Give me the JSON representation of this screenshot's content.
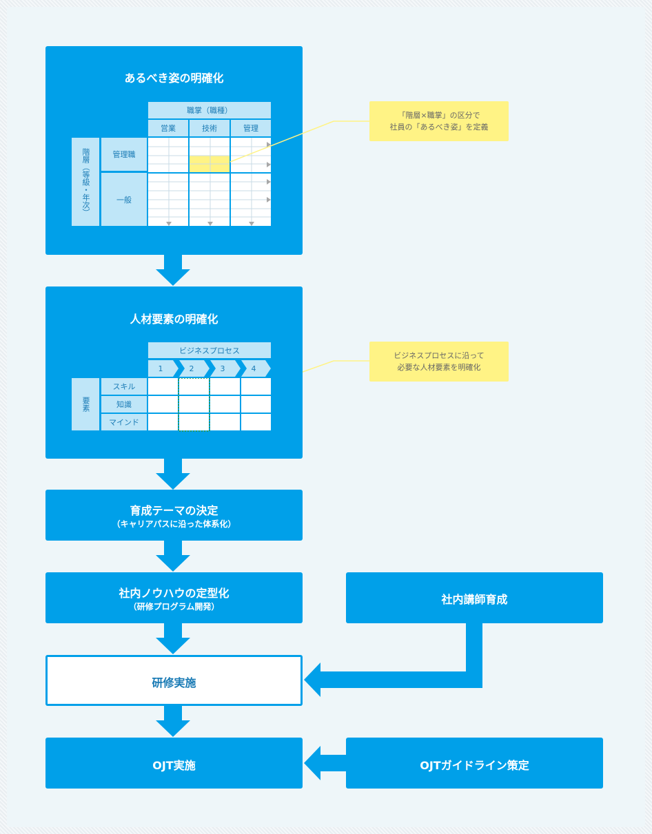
{
  "box1": {
    "title": "あるべき姿の明確化",
    "table": {
      "group_header": "職掌（職種）",
      "columns": [
        "営業",
        "技術",
        "管理"
      ],
      "row_group_label": "階層（等級・年次）",
      "rows": [
        "管理職",
        "一般"
      ]
    }
  },
  "note1": {
    "line1": "「階層×職掌」の区分で",
    "line2": "社員の「あるべき姿」を定義"
  },
  "box2": {
    "title": "人材要素の明確化",
    "table": {
      "group_header": "ビジネスプロセス",
      "steps": [
        "1",
        "2",
        "3",
        "4"
      ],
      "row_group_label": "要素",
      "rows": [
        "スキル",
        "知識",
        "マインド"
      ]
    }
  },
  "note2": {
    "line1": "ビジネスプロセスに沿って",
    "line2": "必要な人材要素を明確化"
  },
  "box3": {
    "title": "育成テーマの決定",
    "sub": "（キャリアパスに沿った体系化）"
  },
  "box4": {
    "title": "社内ノウハウの定型化",
    "sub": "（研修プログラム開発）"
  },
  "box5": {
    "title": "社内講師育成"
  },
  "box6": {
    "title": "研修実施"
  },
  "box7": {
    "title": "OJT実施"
  },
  "box8": {
    "title": "OJTガイドライン策定"
  },
  "colors": {
    "primary": "#00a0e9",
    "header_cell": "#bfe6f8",
    "note": "#fff385",
    "highlight": "#fff385",
    "dotted": "#2e9b3a"
  }
}
